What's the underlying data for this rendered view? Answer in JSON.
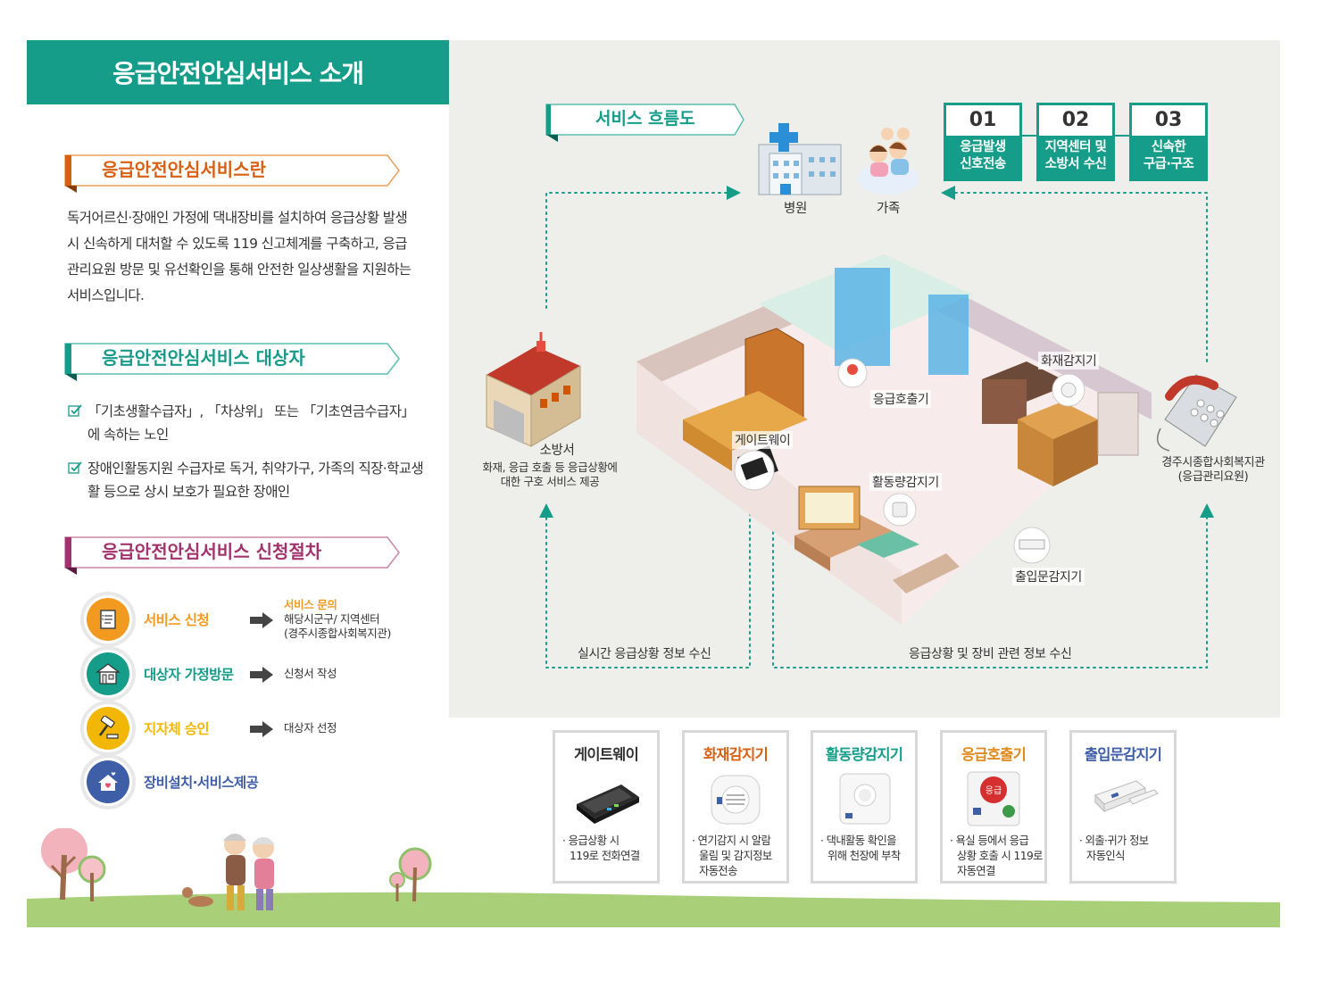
{
  "main_title": "응급안전안심서비스 소개",
  "section_intro": {
    "title": "응급안전안심서비스란",
    "body": "독거어르신·장애인 가정에 댁내장비를 설치하여 응급상황 발생 시 신속하게 대처할 수 있도록 119 신고체계를 구축하고, 응급관리요원 방문 및 유선확인을 통해 안전한 일상생활을 지원하는 서비스입니다."
  },
  "section_target": {
    "title": "응급안전안심서비스 대상자",
    "items": [
      "「기초생활수급자」, 「차상위」 또는 「기초연금수급자」에 속하는 노인",
      "장애인활동지원 수급자로 독거, 취약가구, 가족의 직장·학교생활 등으로 상시 보호가 필요한 장애인"
    ]
  },
  "section_procedure": {
    "title": "응급안전안심서비스 신청절차",
    "steps": [
      {
        "label": "서비스 신청",
        "color": "#f29a1f",
        "icon": "document-icon",
        "result_title": "서비스 문의",
        "result_lines": [
          "해당시군구/ 지역센터",
          "(경주시종합사회복지관)"
        ]
      },
      {
        "label": "대상자 가정방문",
        "color": "#169d8a",
        "icon": "house-icon",
        "result_lines": [
          "신청서 작성"
        ]
      },
      {
        "label": "지자체 승인",
        "color": "#f2b705",
        "icon": "gavel-icon",
        "result_lines": [
          "대상자 선정"
        ]
      },
      {
        "label": "장비설치·서비스제공",
        "color": "#3f5ea8",
        "icon": "home-heart-icon",
        "result_lines": []
      }
    ]
  },
  "flow": {
    "title": "서비스 흐름도",
    "steps": [
      {
        "num": "01",
        "line1": "응급발생",
        "line2": "신호전송"
      },
      {
        "num": "02",
        "line1": "지역센터 및",
        "line2": "소방서 수신"
      },
      {
        "num": "03",
        "line1": "신속한",
        "line2": "구급·구조"
      }
    ],
    "nodes": {
      "hospital": "병원",
      "family": "가족",
      "fire_station": "소방서",
      "fire_station_desc": [
        "화재, 응급 호출 등 응급상황에",
        "대한 구호 서비스 제공"
      ],
      "welfare_center": "경주시종합사회복지관",
      "welfare_center_sub": "(응급관리요원)"
    },
    "callouts": {
      "fire_sensor": "화재감지기",
      "emergency_call": "응급호출기",
      "gateway": "게이트웨이",
      "activity_sensor": "활동량감지기",
      "door_sensor": "출입문감지기"
    },
    "captions": {
      "left": "실시간 응급상황 정보 수신",
      "right": "응급상황 및 장비 관련 정보 수신"
    }
  },
  "devices": [
    {
      "name": "게이트웨이",
      "color": "#333333",
      "desc": [
        "· 응급상황 시",
        "119로 전화연결"
      ]
    },
    {
      "name": "화재감지기",
      "color": "#d95f12",
      "desc": [
        "· 연기감지 시 알람",
        "울림 및 감지정보",
        "자동전송"
      ]
    },
    {
      "name": "활동량감지기",
      "color": "#169d8a",
      "desc": [
        "· 댁내활동 확인을",
        "위해 천장에 부착"
      ]
    },
    {
      "name": "응급호출기",
      "color": "#e08a1e",
      "desc": [
        "· 욕실 등에서 응급",
        "상황 호출 시 119로",
        "자동연결"
      ]
    },
    {
      "name": "출입문감지기",
      "color": "#3f5ea8",
      "desc": [
        "· 외출·귀가 정보",
        "자동인식"
      ]
    }
  ],
  "device_button_text": "응급"
}
